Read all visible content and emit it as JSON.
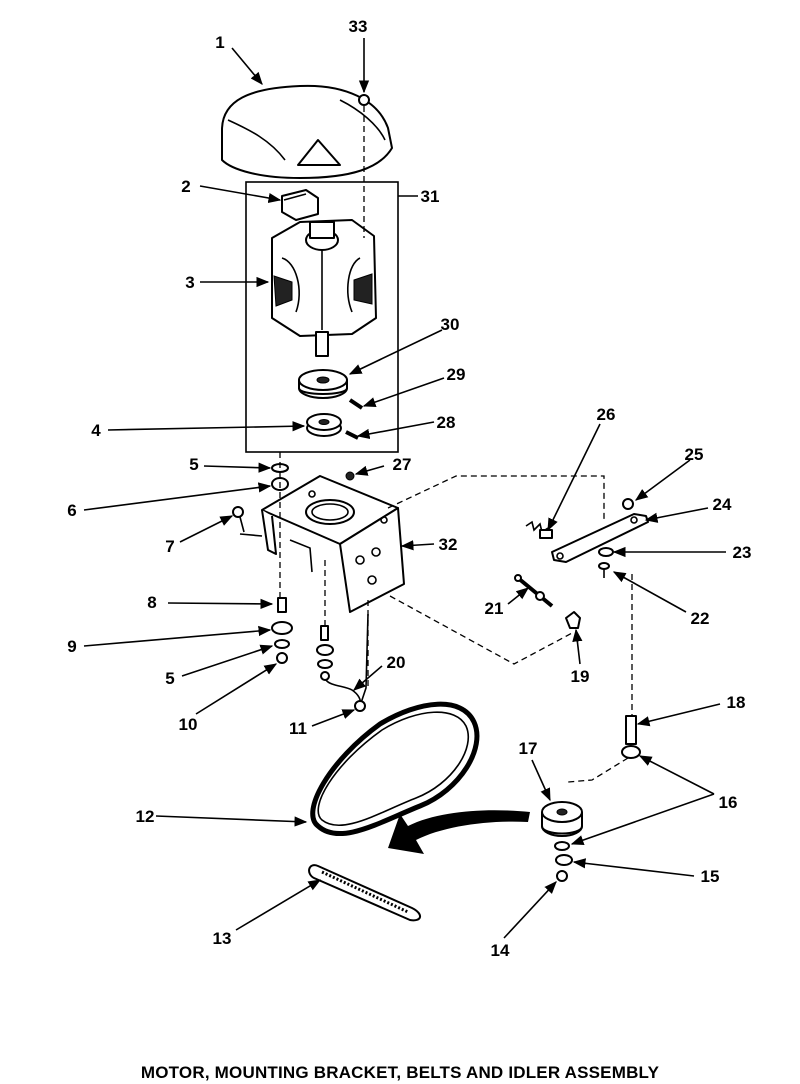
{
  "title": "MOTOR, MOUNTING BRACKET, BELTS AND IDLER ASSEMBLY",
  "callouts": [
    "1",
    "2",
    "3",
    "4",
    "5",
    "6",
    "7",
    "8",
    "9",
    "5",
    "10",
    "11",
    "12",
    "13",
    "14",
    "15",
    "16",
    "17",
    "18",
    "19",
    "20",
    "21",
    "22",
    "23",
    "24",
    "25",
    "26",
    "27",
    "28",
    "29",
    "30",
    "31",
    "32",
    "33"
  ]
}
